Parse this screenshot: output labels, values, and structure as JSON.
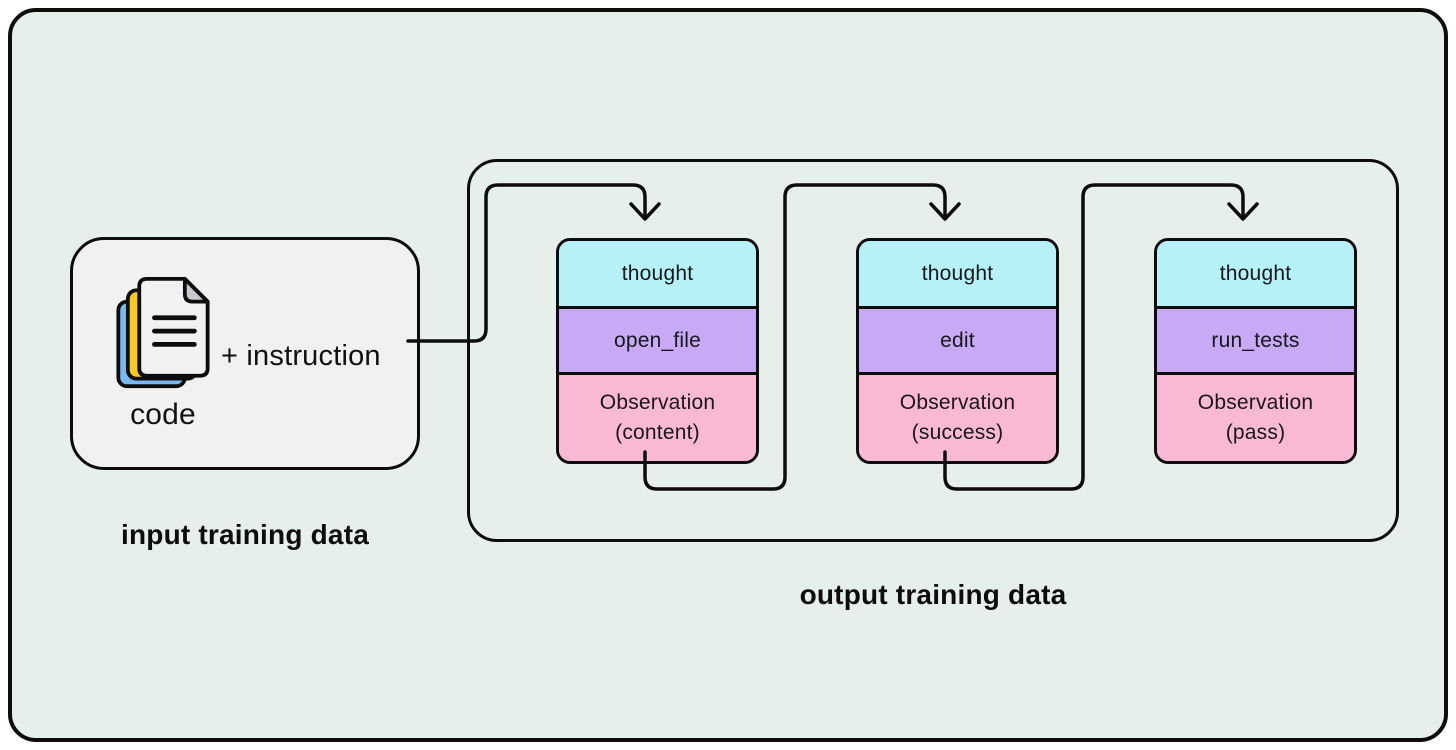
{
  "page": {
    "background": "#ffffff",
    "panel_background": "#e7efeb",
    "stroke_color": "#0d0d0d"
  },
  "input_section": {
    "icon": "documents-stack-icon",
    "code_label": "code",
    "instruction_label": "+ instruction",
    "caption": "input training data",
    "box_fill": "#f2f1f1",
    "icon_colors": {
      "back_page": "#79b9f2",
      "middle_page": "#f9c921",
      "front_page": "#f1f0f2",
      "fold": "#c9c8ce"
    }
  },
  "output_section": {
    "caption": "output training data",
    "segment_colors": {
      "thought": "#b6f1f7",
      "action": "#c7a9f5",
      "observation": "#f9b9d4"
    },
    "cards": [
      {
        "thought": "thought",
        "action": "open_file",
        "observation_title": "Observation",
        "observation_detail": "(content)"
      },
      {
        "thought": "thought",
        "action": "edit",
        "observation_title": "Observation",
        "observation_detail": "(success)"
      },
      {
        "thought": "thought",
        "action": "run_tests",
        "observation_title": "Observation",
        "observation_detail": "(pass)"
      }
    ]
  }
}
